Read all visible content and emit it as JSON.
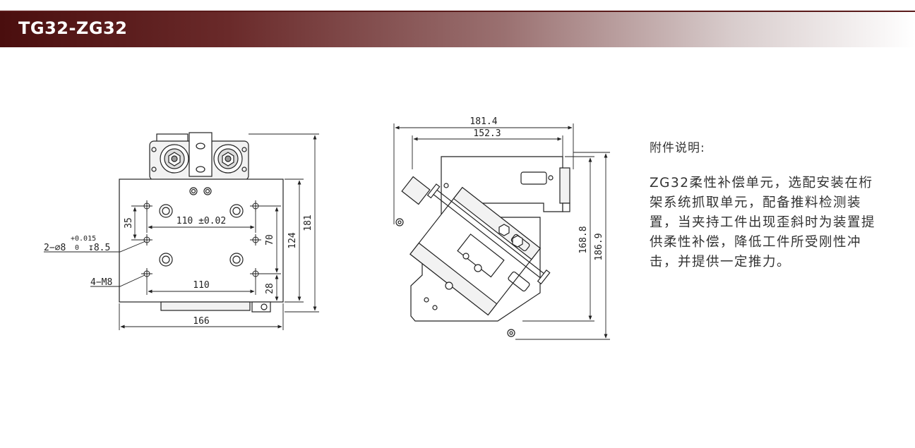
{
  "header": {
    "title": "TG32-ZG32",
    "accent": "#5a1a1a"
  },
  "front_view": {
    "dim_width": "166",
    "dim_height_overall": "181",
    "dim_height_plate": "124",
    "dim_hole_spacing_top": "110 ±0.02",
    "dim_hole_spacing_bottom": "110",
    "dim_35": "35",
    "dim_70": "70",
    "dim_28": "28",
    "pin_hole_label": "2−⌀8",
    "pin_hole_tol_upper": "+0.015",
    "pin_hole_tol_lower": "0",
    "pin_hole_depth": "↧8.5",
    "thread_label": "4−M8"
  },
  "side_view": {
    "dim_top_outer": "181.4",
    "dim_top_inner": "152.3",
    "dim_right_inner": "168.8",
    "dim_right_outer": "186.9"
  },
  "description": {
    "title": "附件说明:",
    "body": "ZG32柔性补偿单元，选配安装在桁架系统抓取单元，配备推料检测装置，当夹持工件出现歪斜时为装置提供柔性补偿，降低工件所受刚性冲击，并提供一定推力。"
  }
}
